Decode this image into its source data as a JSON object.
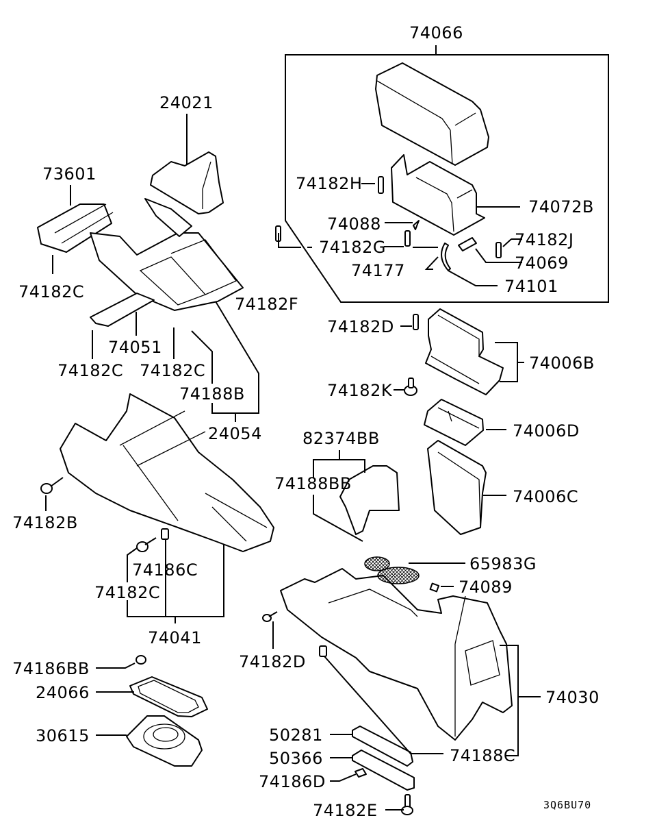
{
  "diagram": {
    "type": "exploded-parts-diagram",
    "subject": "Floor console assembly",
    "diagram_code": "3Q6BU70",
    "callouts": {
      "p74066": "74066",
      "p24021": "24021",
      "p73601": "73601",
      "p74182H": "74182H",
      "p74072B": "74072B",
      "p74088": "74088",
      "p74182G": "74182G",
      "p74182J": "74182J",
      "p74069": "74069",
      "p74177": "74177",
      "p74101": "74101",
      "p74182C_a": "74182C",
      "p74182F": "74182F",
      "p74051": "74051",
      "p74182C_b": "74182C",
      "p74182C_c": "74182C",
      "p74188B": "74188B",
      "p24054": "24054",
      "p74182D_a": "74182D",
      "p74006B": "74006B",
      "p74182K": "74182K",
      "p74006D": "74006D",
      "p82374BB": "82374BB",
      "p74188BB": "74188BB",
      "p74006C": "74006C",
      "p74182B": "74182B",
      "p74186C": "74186C",
      "p74182C_d": "74182C",
      "p74041": "74041",
      "p65983G": "65983G",
      "p74089": "74089",
      "p74182D_b": "74182D",
      "p74186BB": "74186BB",
      "p24066": "24066",
      "p74030": "74030",
      "p30615": "30615",
      "p50281": "50281",
      "p50366": "50366",
      "p74188C": "74188C",
      "p74186D": "74186D",
      "p74182E": "74182E"
    }
  }
}
